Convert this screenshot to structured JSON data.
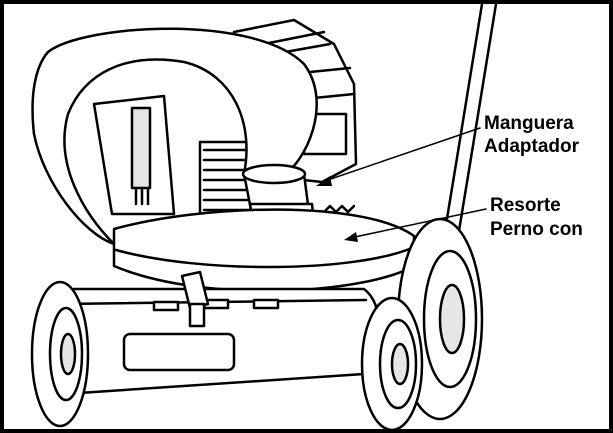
{
  "labels": {
    "manguera": "Manguera",
    "adaptador": "Adaptador",
    "resorte": "Resorte",
    "perno": "Perno con"
  },
  "colors": {
    "line": "#000000",
    "background": "#ffffff",
    "shade": "#e6e6e6",
    "dark_shade": "#9a9a9a"
  }
}
